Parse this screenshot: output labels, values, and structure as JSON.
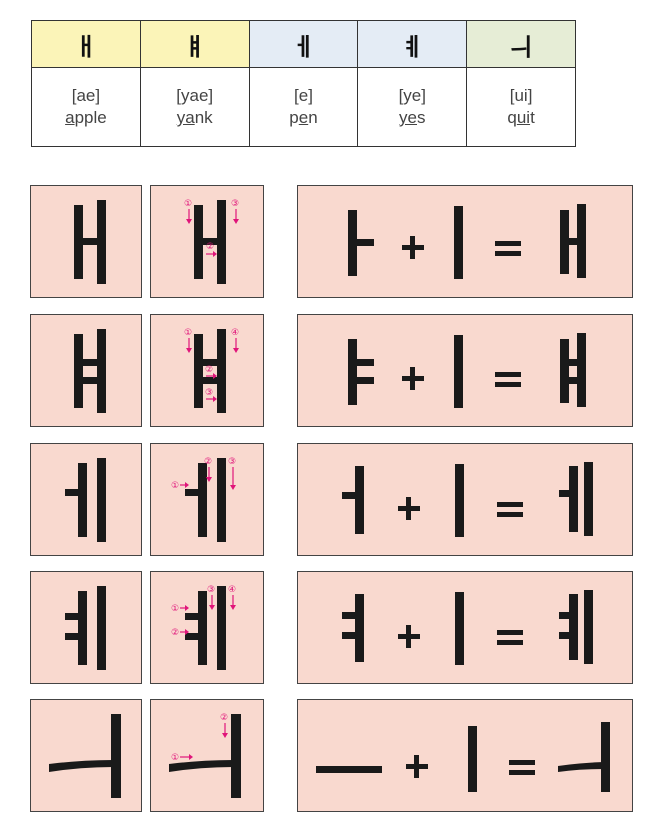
{
  "table": {
    "columns": [
      {
        "hangul": "ㅐ",
        "romanization": "[ae]",
        "word_pre": "",
        "word_ul": "a",
        "word_post": "pple",
        "bg": "#fbf4b8"
      },
      {
        "hangul": "ㅒ",
        "romanization": "[yae]",
        "word_pre": "",
        "word_ul": "ya",
        "word_post": "nk",
        "bg": "#fbf4b8"
      },
      {
        "hangul": "ㅔ",
        "romanization": "[e]",
        "word_pre": "p",
        "word_ul": "e",
        "word_post": "n",
        "bg": "#e4ecf5"
      },
      {
        "hangul": "ㅖ",
        "romanization": "[ye]",
        "word_pre": "",
        "word_ul": "ye",
        "word_post": "s",
        "bg": "#e4ecf5"
      },
      {
        "hangul": "ㅢ",
        "romanization": "[ui]",
        "word_pre": "q",
        "word_ul": "ui",
        "word_post": "t",
        "bg": "#e6edd6"
      }
    ]
  },
  "rows": [
    {
      "letter": "ae",
      "order_marks": [
        "①",
        "②",
        "③"
      ]
    },
    {
      "letter": "yae",
      "order_marks": [
        "①",
        "②",
        "③",
        "④"
      ]
    },
    {
      "letter": "e",
      "order_marks": [
        "①",
        "②",
        "③"
      ]
    },
    {
      "letter": "ye",
      "order_marks": [
        "①",
        "②",
        "③",
        "④"
      ]
    },
    {
      "letter": "ui",
      "order_marks": [
        "①",
        "②"
      ]
    }
  ],
  "equations": [
    {
      "left": "ㅏ",
      "plus": "+",
      "right": "ㅣ",
      "equals": "=",
      "result": "ㅐ"
    },
    {
      "left": "ㅑ",
      "plus": "+",
      "right": "ㅣ",
      "equals": "=",
      "result": "ㅒ"
    },
    {
      "left": "ㅓ",
      "plus": "+",
      "right": "ㅣ",
      "equals": "=",
      "result": "ㅔ"
    },
    {
      "left": "ㅕ",
      "plus": "+",
      "right": "ㅣ",
      "equals": "=",
      "result": "ㅖ"
    },
    {
      "left": "ㅡ",
      "plus": "+",
      "right": "ㅣ",
      "equals": "=",
      "result": "ㅢ"
    }
  ],
  "colors": {
    "tile_bg": "#f9d9cf",
    "stroke": "#1a1a1a",
    "arrow": "#e0157a"
  }
}
